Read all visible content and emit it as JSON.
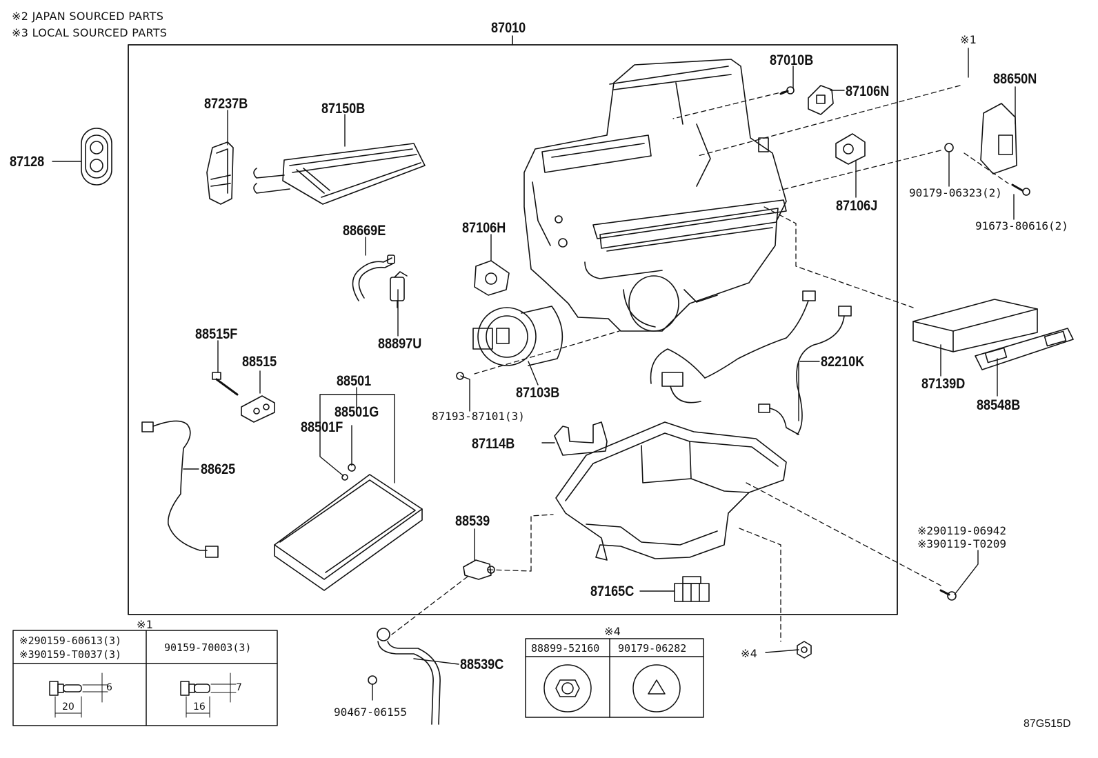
{
  "notes": {
    "japan": "※2 JAPAN SOURCED PARTS",
    "local": "※3 LOCAL SOURCED PARTS"
  },
  "assembly": {
    "number": "87010"
  },
  "parts": {
    "p87128": "87128",
    "p87237B": "87237B",
    "p87150B": "87150B",
    "p88669E": "88669E",
    "p88897U": "88897U",
    "p88515F": "88515F",
    "p88515": "88515",
    "p88501": "88501",
    "p88501G": "88501G",
    "p88501F": "88501F",
    "p88625": "88625",
    "p87106H": "87106H",
    "p87103B": "87103B",
    "p87193": "87193-87101(3)",
    "p87010B": "87010B",
    "p87106N": "87106N",
    "p87106J": "87106J",
    "p82210K": "82210K",
    "p87114B": "87114B",
    "p88539": "88539",
    "p87165C": "87165C",
    "p88539C": "88539C",
    "p90467": "90467-06155",
    "p88650N": "88650N",
    "p90179a": "90179-06323(2)",
    "p91673": "91673-80616(2)",
    "p87139D": "87139D",
    "p88548B": "88548B",
    "p90119a": "※290119-06942",
    "p90119b": "※390119-T0209",
    "mark1": "※1",
    "mark4": "※4"
  },
  "table1": {
    "title": "※1",
    "col1_line1": "※290159-60613(3)",
    "col1_line2": "※390159-T0037(3)",
    "col2": "90159-70003(3)",
    "dim1_len": "20",
    "dim1_dia": "6",
    "dim2_len": "16",
    "dim2_dia": "7"
  },
  "table4": {
    "title": "※4",
    "col1": "88899-52160",
    "col2": "90179-06282"
  },
  "drawing_code": "87G515D"
}
